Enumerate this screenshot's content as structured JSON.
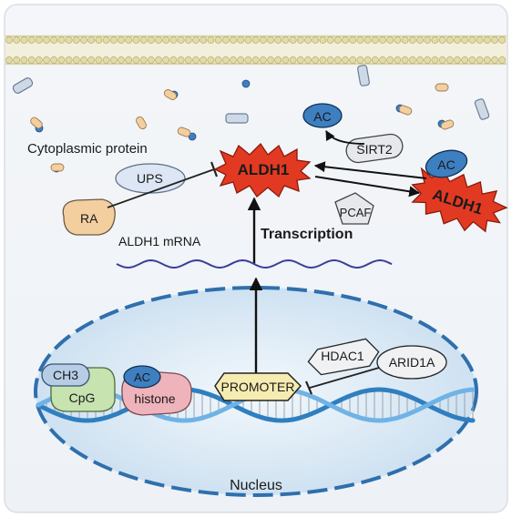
{
  "labels": {
    "cytoplasmic_protein": "Cytoplasmic protein",
    "ups": "UPS",
    "ra": "RA",
    "aldh1_center": "ALDH1",
    "aldh1_right": "ALDH1",
    "ac_top": "AC",
    "ac_right": "AC",
    "ac_nucleus": "AC",
    "sirt2": "SIRT2",
    "pcaf": "PCAF",
    "transcription": "Transcription",
    "aldh1_mrna": "ALDH1 mRNA",
    "ch3": "CH3",
    "cpg": "CpG",
    "histone": "histone",
    "promoter": "PROMOTER",
    "hdac1": "HDAC1",
    "arid1a": "ARID1A",
    "nucleus": "Nucleus"
  },
  "colors": {
    "membrane_blue": "#8ab3d4",
    "membrane_yellow": "#e3dba6",
    "nucleus_dash": "#2f6fad",
    "nucleus_fill": "#d6e6f4",
    "aldh_red": "#e23a22",
    "ac_blue": "#3e7fc1",
    "promoter_fill": "#f6ebb0",
    "ra_fill": "#f3cfa0",
    "histone_fill": "#efb3bb",
    "ch3_fill": "#b7cde6",
    "cpg_fill": "#c6e3b0",
    "ups_fill": "#dce6f4",
    "grey_box": "#dfe2e6"
  }
}
